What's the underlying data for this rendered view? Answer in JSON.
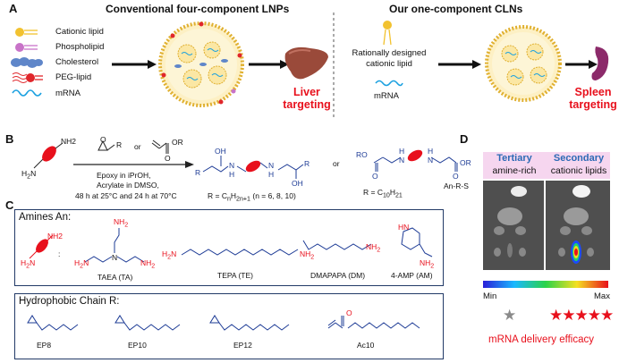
{
  "panels": {
    "a": "A",
    "b": "B",
    "c": "C",
    "d": "D"
  },
  "panel_a": {
    "left_title": "Conventional four-component LNPs",
    "right_title": "Our one-component CLNs",
    "legend": [
      {
        "label": "Cationic lipid",
        "color": "#f2c230",
        "icon": "cationic-lipid-icon"
      },
      {
        "label": "Phospholipid",
        "color": "#c873c8",
        "icon": "phospholipid-icon"
      },
      {
        "label": "Cholesterol",
        "color": "#5f86c9",
        "icon": "cholesterol-icon"
      },
      {
        "label": "PEG-lipid",
        "color": "#e0262b",
        "icon": "peg-lipid-icon"
      },
      {
        "label": "mRNA",
        "color": "#1aa0e0",
        "icon": "mrna-icon"
      }
    ],
    "liver_label": "Liver\ntargeting",
    "right_lipid_label": "Rationally designed\ncationic lipid",
    "right_mrna_label": "mRNA",
    "spleen_label": "Spleen\ntargeting"
  },
  "panel_b": {
    "reagent_or": "or",
    "cond_1": "Epoxy in iPrOH,",
    "cond_2": "Acrylate in DMSO,",
    "cond_3": "48 h at 25°C and 24 h at 70°C",
    "product_or": "or",
    "r_def_1": "R = CnH2n+1 (n = 6, 8, 10)",
    "r_def_2": "R = C10H21",
    "name": "An-R-S",
    "oh": "OH",
    "nh2": "NH2",
    "h": "H",
    "n": "N",
    "r": "R",
    "or_label": "OR",
    "o": "O",
    "ro": "RO"
  },
  "panel_c": {
    "amines_title": "Amines An:",
    "amines": [
      "TAEA (TA)",
      "TEPA (TE)",
      "DMAPAPA (DM)",
      "4-AMP (AM)"
    ],
    "hydrophobic_title": "Hydrophobic Chain R:",
    "chains": [
      "EP8",
      "EP10",
      "EP12",
      "Ac10"
    ]
  },
  "panel_d": {
    "tertiary": "Tertiary",
    "tertiary_sub": "amine-rich",
    "secondary": "Secondary",
    "secondary_sub": "cationic lipids",
    "min": "Min",
    "max": "Max",
    "stars_left": "★",
    "stars_right": "★★★★★",
    "efficacy": "mRNA delivery efficacy",
    "colors": {
      "star_grey": "#8a8a8a",
      "star_red": "#e8101c",
      "header_bg": "#f6d6ef",
      "header_blue": "#2c6ab5"
    }
  }
}
